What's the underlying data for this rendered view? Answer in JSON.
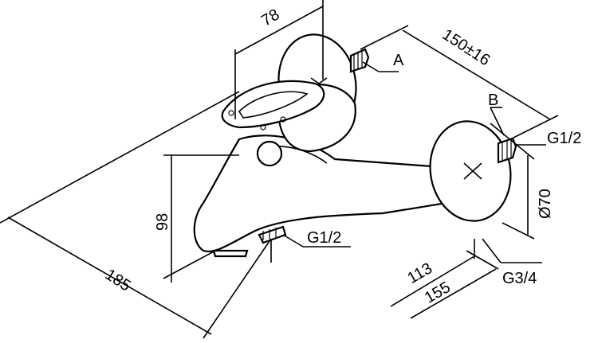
{
  "dimensions": {
    "handle_width": "78",
    "connection_spacing": "150±16",
    "total_length": "185",
    "height": "98",
    "flange_diameter": "Ø70",
    "depth_inner": "113",
    "depth_outer": "155"
  },
  "labels": {
    "point_a": "A",
    "point_b": "B",
    "inlet_thread": "G1/2",
    "shower_thread": "G1/2",
    "outlet_thread": "G3/4"
  }
}
